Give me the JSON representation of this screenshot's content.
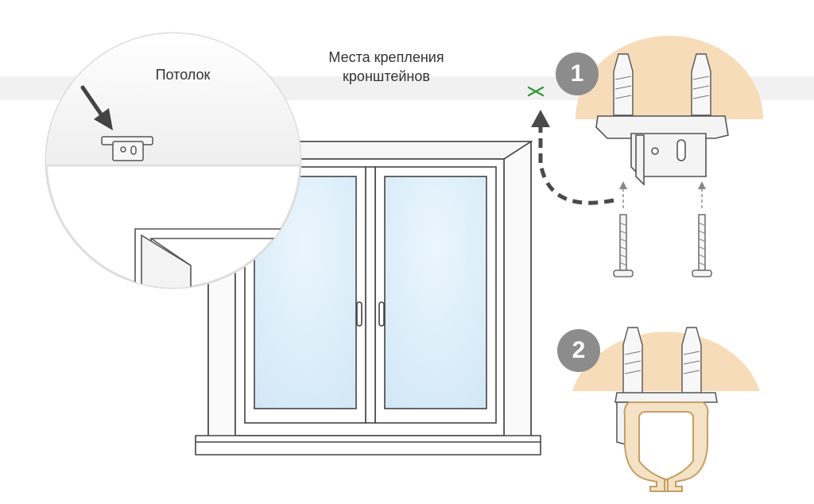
{
  "labels": {
    "ceiling": "Потолок",
    "mount_line1": "Места крепления",
    "mount_line2": "кронштейнов"
  },
  "steps": [
    "1",
    "2"
  ],
  "colors": {
    "badge": "#8c8c8c",
    "ceiling_arc": "#f6dcb8",
    "window_frame": "#444444",
    "glass": "#dceefa",
    "mark": "#2f9a3a",
    "arrow": "#4a4a4a",
    "rail": "#d9b88a"
  }
}
